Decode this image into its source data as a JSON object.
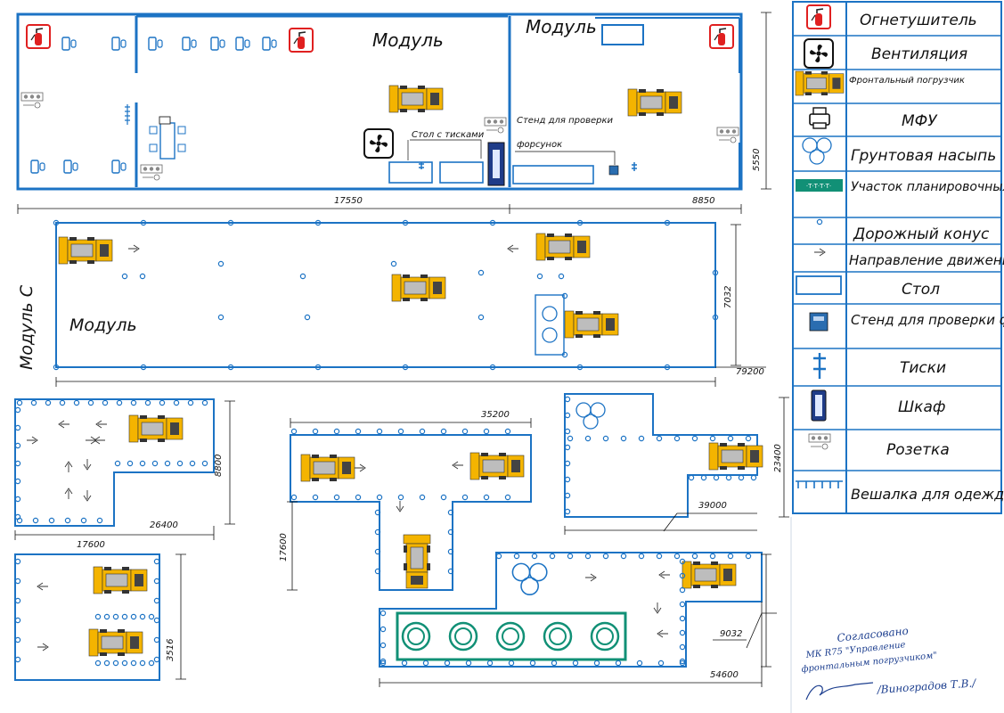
{
  "building": {
    "room_label_1": "Модуль",
    "room_label_2": "Модуль",
    "bench_label": "Стол с тисками",
    "stand_label_1": "Стенд для проверки",
    "stand_label_2": "форсунок",
    "dim_left": "17550",
    "dim_right": "8850",
    "dim_height": "5550"
  },
  "module_c": {
    "side_label": "Модуль С",
    "area_label": "Модуль",
    "dim_height": "7032",
    "dim_length": "79200"
  },
  "zones": {
    "a_dim_height": "8800",
    "a_dim_width": "26400",
    "a_dim_base": "17600",
    "b_dim_height": "3516",
    "c_dim_top": "35200",
    "c_dim_height": "17600",
    "d_dim_height": "23400",
    "d_dim_width": "39000",
    "e_dim_height": "9032",
    "e_dim_width": "54600"
  },
  "legend": {
    "items": [
      {
        "icon": "fire-extinguisher-icon",
        "label": "Огнетушитель"
      },
      {
        "icon": "fan-icon",
        "label": "Вентиляция"
      },
      {
        "icon": "loader-icon",
        "label": "Фронтальный погрузчик"
      },
      {
        "icon": "printer-icon",
        "label": "МФУ"
      },
      {
        "icon": "soil-pile-icon",
        "label": "Грунтовая насыпь"
      },
      {
        "icon": "grading-area-icon",
        "label": "Участок планировочных работ"
      },
      {
        "icon": "road-cone-icon",
        "label": "Дорожный конус"
      },
      {
        "icon": "arrow-icon",
        "label": "Направление движения"
      },
      {
        "icon": "table-icon",
        "label": "Стол"
      },
      {
        "icon": "injector-stand-icon",
        "label": "Стенд для проверки форсунок"
      },
      {
        "icon": "vise-icon",
        "label": "Тиски"
      },
      {
        "icon": "cabinet-icon",
        "label": "Шкаф"
      },
      {
        "icon": "socket-icon",
        "label": "Розетка"
      },
      {
        "icon": "coat-rack-icon",
        "label": "Вешалка для одежды"
      }
    ],
    "grading_chip": "·T·T·T·T·"
  },
  "signature": {
    "line1": "Согласовано",
    "line2": "МК R75 \"Управление",
    "line3": "фронтальным погрузчиком\"",
    "line4": "/Виноградов Т.В./"
  },
  "colors": {
    "wall": "#1c73c4",
    "loader": "#f4b400",
    "extinguisher": "#e02020",
    "grading": "#119076"
  }
}
